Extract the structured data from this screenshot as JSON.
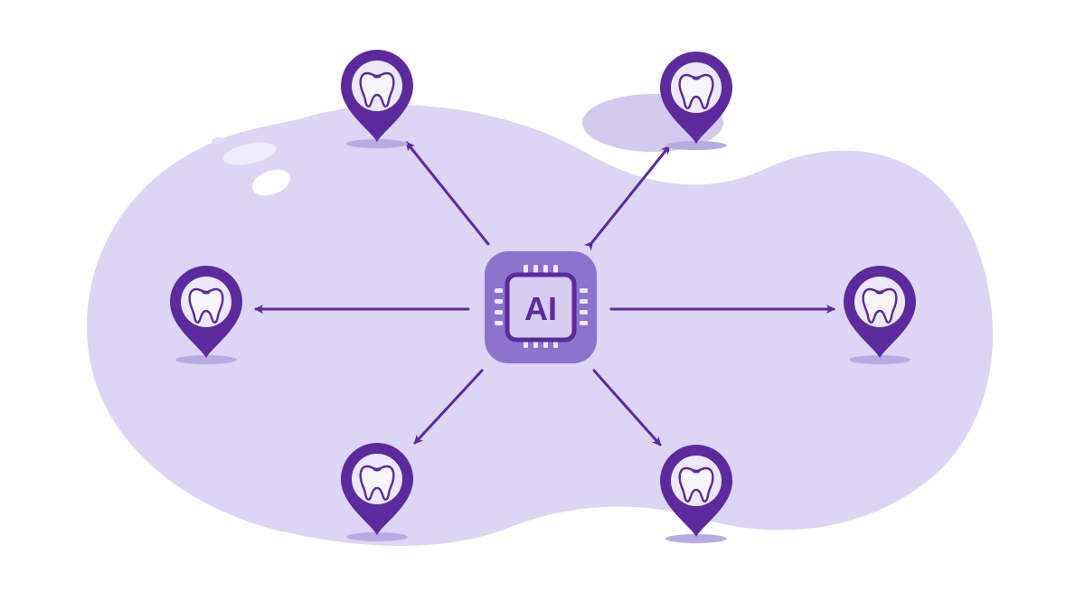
{
  "diagram": {
    "hub": {
      "label": "AI",
      "icon": "ai-chip-icon"
    },
    "nodes": [
      {
        "id": "top-left",
        "icon": "tooth-location-pin-icon"
      },
      {
        "id": "top-right",
        "icon": "tooth-location-pin-icon"
      },
      {
        "id": "left",
        "icon": "tooth-location-pin-icon"
      },
      {
        "id": "right",
        "icon": "tooth-location-pin-icon"
      },
      {
        "id": "bottom-left",
        "icon": "tooth-location-pin-icon"
      },
      {
        "id": "bottom-right",
        "icon": "tooth-location-pin-icon"
      }
    ],
    "colors": {
      "blob": "#dcd5f4",
      "blob_secondary": "#d3caf0",
      "primary": "#5c2a9d",
      "chip_outer": "#8c73cc",
      "chip_inner": "#d6ccf2",
      "pin_inner": "#ece8fa",
      "shadow": "#b8aae3"
    }
  }
}
